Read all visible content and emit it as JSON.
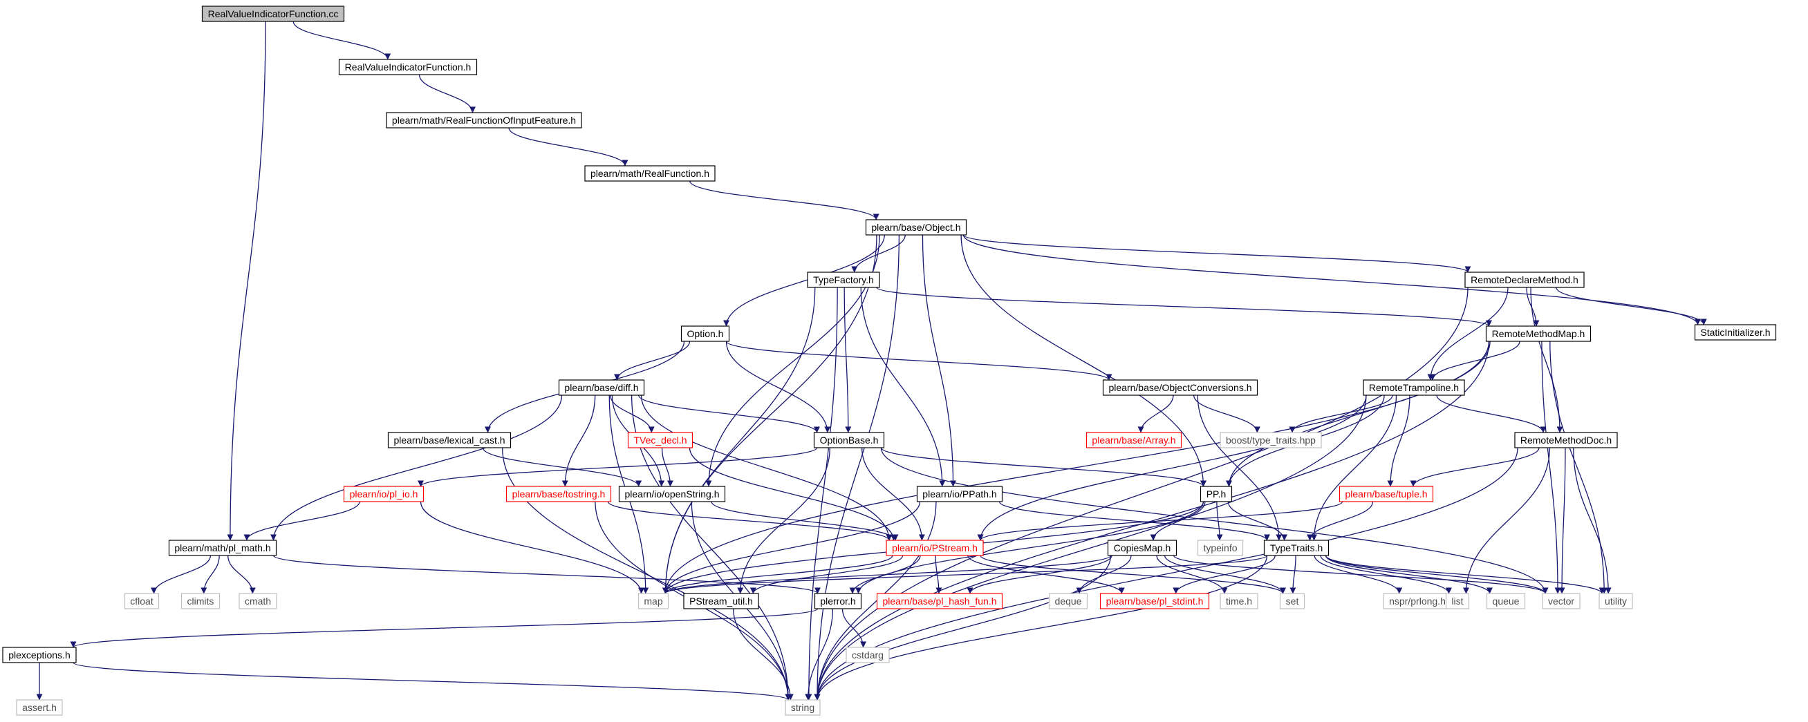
{
  "colors": {
    "edge": "#191970",
    "root_fill": "#bfbfbf",
    "node_border": "#000000",
    "system_border": "#bfbfbf",
    "truncated_border": "#ff0000"
  },
  "nodes": [
    {
      "id": "root",
      "label": "RealValueIndicatorFunction.cc",
      "kind": "root"
    },
    {
      "id": "rvif_h",
      "label": "RealValueIndicatorFunction.h",
      "kind": "normal"
    },
    {
      "id": "rfoif_h",
      "label": "plearn/math/RealFunctionOfInputFeature.h",
      "kind": "normal"
    },
    {
      "id": "rf_h",
      "label": "plearn/math/RealFunction.h",
      "kind": "normal"
    },
    {
      "id": "object_h",
      "label": "plearn/base/Object.h",
      "kind": "normal"
    },
    {
      "id": "typefactory_h",
      "label": "TypeFactory.h",
      "kind": "normal"
    },
    {
      "id": "remotedeclaremethod_h",
      "label": "RemoteDeclareMethod.h",
      "kind": "normal"
    },
    {
      "id": "staticinitializer_h",
      "label": "StaticInitializer.h",
      "kind": "normal"
    },
    {
      "id": "option_h",
      "label": "Option.h",
      "kind": "normal"
    },
    {
      "id": "remotemethodmap_h",
      "label": "RemoteMethodMap.h",
      "kind": "normal"
    },
    {
      "id": "diff_h",
      "label": "plearn/base/diff.h",
      "kind": "normal"
    },
    {
      "id": "objectconversions_h",
      "label": "plearn/base/ObjectConversions.h",
      "kind": "normal"
    },
    {
      "id": "remotetrampoline_h",
      "label": "RemoteTrampoline.h",
      "kind": "normal"
    },
    {
      "id": "lexical_cast_h",
      "label": "plearn/base/lexical_cast.h",
      "kind": "normal"
    },
    {
      "id": "tvec_decl_h",
      "label": "TVec_decl.h",
      "kind": "red"
    },
    {
      "id": "optionbase_h",
      "label": "OptionBase.h",
      "kind": "normal"
    },
    {
      "id": "array_h",
      "label": "plearn/base/Array.h",
      "kind": "red"
    },
    {
      "id": "type_traits_hpp",
      "label": "boost/type_traits.hpp",
      "kind": "system"
    },
    {
      "id": "remotemethoddoc_h",
      "label": "RemoteMethodDoc.h",
      "kind": "normal"
    },
    {
      "id": "pl_io_h",
      "label": "plearn/io/pl_io.h",
      "kind": "red"
    },
    {
      "id": "tostring_h",
      "label": "plearn/base/tostring.h",
      "kind": "red"
    },
    {
      "id": "openstring_h",
      "label": "plearn/io/openString.h",
      "kind": "normal"
    },
    {
      "id": "ppath_h",
      "label": "plearn/io/PPath.h",
      "kind": "normal"
    },
    {
      "id": "pp_h",
      "label": "PP.h",
      "kind": "normal"
    },
    {
      "id": "tuple_h",
      "label": "plearn/base/tuple.h",
      "kind": "red"
    },
    {
      "id": "pl_math_h",
      "label": "plearn/math/pl_math.h",
      "kind": "normal"
    },
    {
      "id": "pstream_h",
      "label": "plearn/io/PStream.h",
      "kind": "red"
    },
    {
      "id": "typeinfo",
      "label": "typeinfo",
      "kind": "system"
    },
    {
      "id": "copiesmap_h",
      "label": "CopiesMap.h",
      "kind": "normal"
    },
    {
      "id": "typetraits_h",
      "label": "TypeTraits.h",
      "kind": "normal"
    },
    {
      "id": "cfloat",
      "label": "cfloat",
      "kind": "system"
    },
    {
      "id": "climits",
      "label": "climits",
      "kind": "system"
    },
    {
      "id": "cmath",
      "label": "cmath",
      "kind": "system"
    },
    {
      "id": "map",
      "label": "map",
      "kind": "system"
    },
    {
      "id": "pstream_util_h",
      "label": "PStream_util.h",
      "kind": "normal"
    },
    {
      "id": "plerror_h",
      "label": "plerror.h",
      "kind": "normal"
    },
    {
      "id": "pl_hash_fun_h",
      "label": "plearn/base/pl_hash_fun.h",
      "kind": "red"
    },
    {
      "id": "deque",
      "label": "deque",
      "kind": "system"
    },
    {
      "id": "pl_stdint_h",
      "label": "plearn/base/pl_stdint.h",
      "kind": "red"
    },
    {
      "id": "time_h",
      "label": "time.h",
      "kind": "system"
    },
    {
      "id": "set",
      "label": "set",
      "kind": "system"
    },
    {
      "id": "nspr_prlong_h",
      "label": "nspr/prlong.h",
      "kind": "system"
    },
    {
      "id": "list",
      "label": "list",
      "kind": "system"
    },
    {
      "id": "queue",
      "label": "queue",
      "kind": "system"
    },
    {
      "id": "vector",
      "label": "vector",
      "kind": "system"
    },
    {
      "id": "utility",
      "label": "utility",
      "kind": "system"
    },
    {
      "id": "plexceptions_h",
      "label": "plexceptions.h",
      "kind": "normal"
    },
    {
      "id": "cstdarg",
      "label": "cstdarg",
      "kind": "system"
    },
    {
      "id": "assert_h",
      "label": "assert.h",
      "kind": "system"
    },
    {
      "id": "string",
      "label": "string",
      "kind": "system"
    }
  ],
  "edges": [
    [
      "root",
      "rvif_h"
    ],
    [
      "root",
      "pl_math_h"
    ],
    [
      "rvif_h",
      "rfoif_h"
    ],
    [
      "rfoif_h",
      "rf_h"
    ],
    [
      "rf_h",
      "object_h"
    ],
    [
      "object_h",
      "typefactory_h"
    ],
    [
      "object_h",
      "remotedeclaremethod_h"
    ],
    [
      "object_h",
      "staticinitializer_h"
    ],
    [
      "object_h",
      "option_h"
    ],
    [
      "object_h",
      "map"
    ],
    [
      "object_h",
      "openstring_h"
    ],
    [
      "object_h",
      "ppath_h"
    ],
    [
      "object_h",
      "pp_h"
    ],
    [
      "object_h",
      "string"
    ],
    [
      "typefactory_h",
      "remotemethodmap_h"
    ],
    [
      "typefactory_h",
      "optionbase_h"
    ],
    [
      "typefactory_h",
      "ppath_h"
    ],
    [
      "typefactory_h",
      "map"
    ],
    [
      "typefactory_h",
      "string"
    ],
    [
      "remotedeclaremethod_h",
      "remotemethodmap_h"
    ],
    [
      "remotedeclaremethod_h",
      "remotetrampoline_h"
    ],
    [
      "remotedeclaremethod_h",
      "remotemethoddoc_h"
    ],
    [
      "remotedeclaremethod_h",
      "staticinitializer_h"
    ],
    [
      "remotedeclaremethod_h",
      "string"
    ],
    [
      "option_h",
      "diff_h"
    ],
    [
      "option_h",
      "objectconversions_h"
    ],
    [
      "option_h",
      "optionbase_h"
    ],
    [
      "option_h",
      "lexical_cast_h"
    ],
    [
      "remotemethodmap_h",
      "remotetrampoline_h"
    ],
    [
      "remotemethodmap_h",
      "pp_h"
    ],
    [
      "remotemethodmap_h",
      "map"
    ],
    [
      "remotemethodmap_h",
      "vector"
    ],
    [
      "remotemethodmap_h",
      "utility"
    ],
    [
      "remotemethodmap_h",
      "string"
    ],
    [
      "diff_h",
      "optionbase_h"
    ],
    [
      "diff_h",
      "tvec_decl_h"
    ],
    [
      "diff_h",
      "openstring_h"
    ],
    [
      "diff_h",
      "tostring_h"
    ],
    [
      "diff_h",
      "pstream_h"
    ],
    [
      "diff_h",
      "pl_math_h"
    ],
    [
      "diff_h",
      "map"
    ],
    [
      "diff_h",
      "string"
    ],
    [
      "objectconversions_h",
      "array_h"
    ],
    [
      "objectconversions_h",
      "type_traits_hpp"
    ],
    [
      "objectconversions_h",
      "typetraits_h"
    ],
    [
      "remotetrampoline_h",
      "remotemethoddoc_h"
    ],
    [
      "remotetrampoline_h",
      "tuple_h"
    ],
    [
      "remotetrampoline_h",
      "pp_h"
    ],
    [
      "remotetrampoline_h",
      "type_traits_hpp"
    ],
    [
      "remotetrampoline_h",
      "typetraits_h"
    ],
    [
      "remotetrampoline_h",
      "pstream_h"
    ],
    [
      "remotetrampoline_h",
      "string"
    ],
    [
      "lexical_cast_h",
      "openstring_h"
    ],
    [
      "lexical_cast_h",
      "string"
    ],
    [
      "tvec_decl_h",
      "openstring_h"
    ],
    [
      "tvec_decl_h",
      "pstream_h"
    ],
    [
      "optionbase_h",
      "pl_io_h"
    ],
    [
      "optionbase_h",
      "pstream_h"
    ],
    [
      "optionbase_h",
      "pp_h"
    ],
    [
      "optionbase_h",
      "pstream_util_h"
    ],
    [
      "optionbase_h",
      "vector"
    ],
    [
      "remotemethoddoc_h",
      "tuple_h"
    ],
    [
      "remotemethoddoc_h",
      "list"
    ],
    [
      "remotemethoddoc_h",
      "vector"
    ],
    [
      "remotemethoddoc_h",
      "utility"
    ],
    [
      "remotemethoddoc_h",
      "string"
    ],
    [
      "pl_io_h",
      "pl_math_h"
    ],
    [
      "pl_io_h",
      "map"
    ],
    [
      "tostring_h",
      "pstream_h"
    ],
    [
      "tostring_h",
      "string"
    ],
    [
      "openstring_h",
      "pstream_h"
    ],
    [
      "openstring_h",
      "string"
    ],
    [
      "ppath_h",
      "typetraits_h"
    ],
    [
      "ppath_h",
      "map"
    ],
    [
      "ppath_h",
      "string"
    ],
    [
      "pp_h",
      "copiesmap_h"
    ],
    [
      "pp_h",
      "typeinfo"
    ],
    [
      "pp_h",
      "typetraits_h"
    ],
    [
      "pp_h",
      "map"
    ],
    [
      "pp_h",
      "plerror_h"
    ],
    [
      "tuple_h",
      "pstream_h"
    ],
    [
      "tuple_h",
      "typetraits_h"
    ],
    [
      "pl_math_h",
      "cfloat"
    ],
    [
      "pl_math_h",
      "climits"
    ],
    [
      "pl_math_h",
      "cmath"
    ],
    [
      "pl_math_h",
      "plerror_h"
    ],
    [
      "pstream_h",
      "map"
    ],
    [
      "pstream_h",
      "pl_hash_fun_h"
    ],
    [
      "pstream_h",
      "pl_stdint_h"
    ],
    [
      "pstream_h",
      "plerror_h"
    ],
    [
      "pstream_h",
      "pstream_util_h"
    ],
    [
      "pstream_h",
      "set"
    ],
    [
      "copiesmap_h",
      "map"
    ],
    [
      "copiesmap_h",
      "deque"
    ],
    [
      "copiesmap_h",
      "time_h"
    ],
    [
      "copiesmap_h",
      "set"
    ],
    [
      "copiesmap_h",
      "vector"
    ],
    [
      "copiesmap_h",
      "pl_hash_fun_h"
    ],
    [
      "copiesmap_h",
      "string"
    ],
    [
      "typetraits_h",
      "map"
    ],
    [
      "typetraits_h",
      "pl_stdint_h"
    ],
    [
      "typetraits_h",
      "set"
    ],
    [
      "typetraits_h",
      "nspr_prlong_h"
    ],
    [
      "typetraits_h",
      "list"
    ],
    [
      "typetraits_h",
      "queue"
    ],
    [
      "typetraits_h",
      "vector"
    ],
    [
      "typetraits_h",
      "utility"
    ],
    [
      "typetraits_h",
      "string"
    ],
    [
      "pstream_util_h",
      "string"
    ],
    [
      "plerror_h",
      "plexceptions_h"
    ],
    [
      "plerror_h",
      "cstdarg"
    ],
    [
      "plerror_h",
      "string"
    ],
    [
      "plexceptions_h",
      "assert_h"
    ],
    [
      "plexceptions_h",
      "string"
    ]
  ]
}
